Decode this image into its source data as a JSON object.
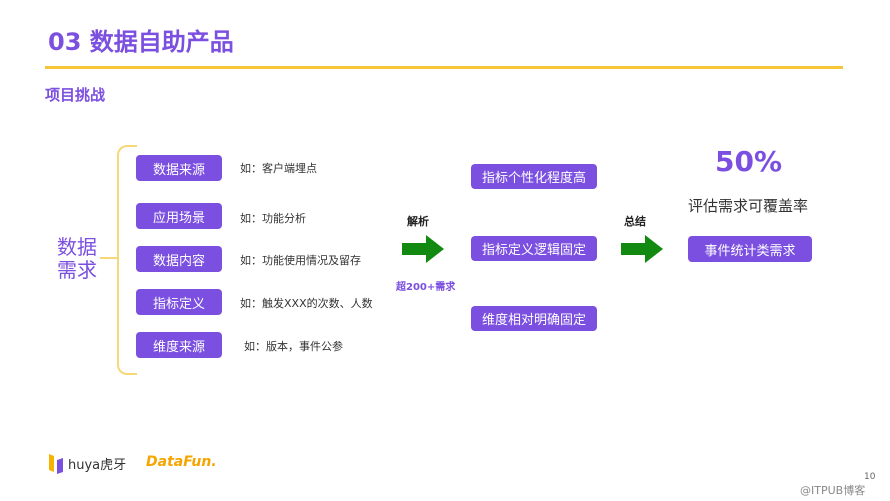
{
  "title": "03 数据自助产品",
  "subtitle": "项目挑战",
  "root_label": "数据需求",
  "requirements": [
    {
      "label": "数据来源",
      "example": "如：客户端埋点"
    },
    {
      "label": "应用场景",
      "example": "如：功能分析"
    },
    {
      "label": "数据内容",
      "example": "如：功能使用情况及留存"
    },
    {
      "label": "指标定义",
      "example": "如：触发XXX的次数、人数"
    },
    {
      "label": "维度来源",
      "example": "如：版本，事件公参"
    }
  ],
  "step1": {
    "label": "解析",
    "note": "超200+需求"
  },
  "findings": [
    "指标个性化程度高",
    "指标定义逻辑固定",
    "维度相对明确固定"
  ],
  "step2": {
    "label": "总结"
  },
  "result": {
    "percent": "50%",
    "caption": "评估需求可覆盖率",
    "box": "事件统计类需求"
  },
  "footer": {
    "logo1": "huya虎牙",
    "logo2": "DataFun.",
    "page": "10",
    "watermark": "@ITPUB博客"
  },
  "colors": {
    "accent": "#7b4fe0",
    "rule": "#f6c636",
    "arrow": "#128a12"
  }
}
